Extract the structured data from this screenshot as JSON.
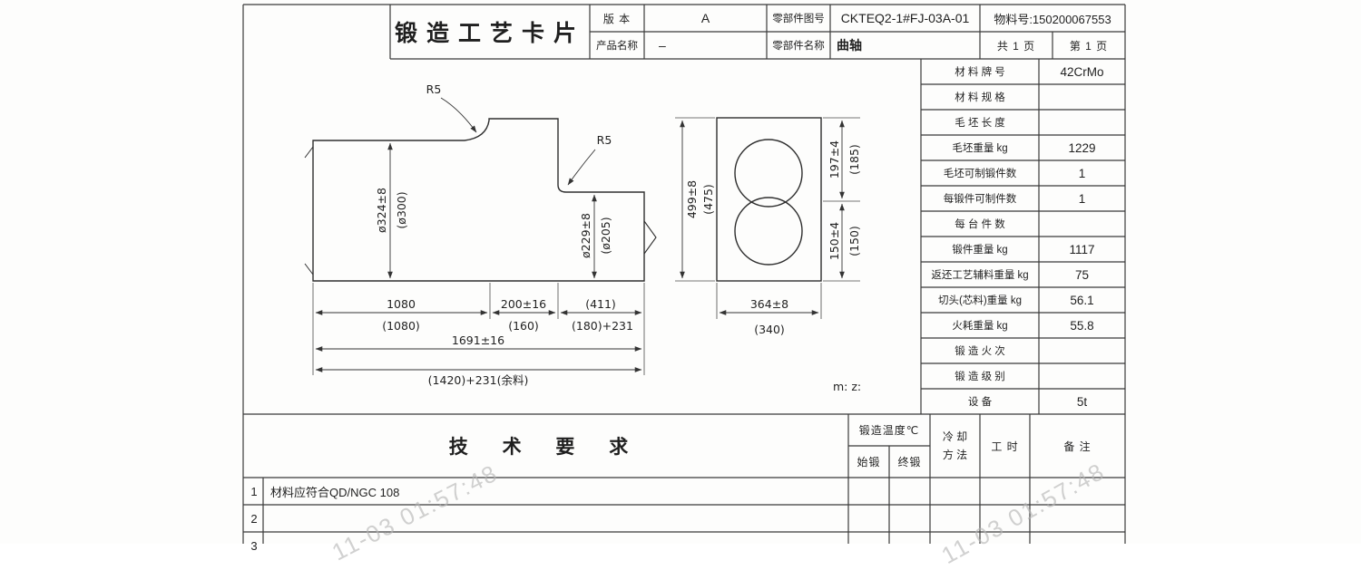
{
  "header": {
    "title": "锻造工艺卡片",
    "version_label": "版 本",
    "version_value": "A",
    "part_drawing_no_label": "零部件图号",
    "part_drawing_no_value": "CKTEQ2-1#FJ-03A-01",
    "material_no": "物料号:150200067553",
    "product_name_label": "产品名称",
    "product_name_value": "–",
    "part_name_label": "零部件名称",
    "part_name_value": "曲轴",
    "total_pages": "共 1 页",
    "page_no": "第 1 页"
  },
  "material_table": {
    "rows": [
      {
        "label": "材 料 牌 号",
        "value": "42CrMo"
      },
      {
        "label": "材 料 规 格",
        "value": ""
      },
      {
        "label": "毛 坯 长 度",
        "value": ""
      },
      {
        "label": "毛坯重量 kg",
        "value": "1229"
      },
      {
        "label": "毛坯可制锻件数",
        "value": "1"
      },
      {
        "label": "每锻件可制件数",
        "value": "1"
      },
      {
        "label": "每 台 件 数",
        "value": ""
      },
      {
        "label": "锻件重量 kg",
        "value": "1117"
      },
      {
        "label": "返还工艺辅料重量 kg",
        "value": "75"
      },
      {
        "label": "切头(芯料)重量 kg",
        "value": "56.1"
      },
      {
        "label": "火耗重量 kg",
        "value": "55.8"
      },
      {
        "label": "锻 造 火 次",
        "value": ""
      },
      {
        "label": "锻 造 级 别",
        "value": ""
      },
      {
        "label": "设  备",
        "value": "5t"
      }
    ]
  },
  "drawing": {
    "fillet_left": "R5",
    "fillet_right": "R5",
    "dia_main": "ø324±8",
    "dia_main_ref": "(ø300)",
    "dia_tail": "ø229±8",
    "dia_tail_ref": "(ø205)",
    "len_main": "1080",
    "len_main_ref": "(1080)",
    "len_mid": "200±16",
    "len_mid_ref": "(160)",
    "len_tail": "(411)",
    "len_tail_ref": "(180)+231",
    "len_total": "1691±16",
    "len_total_ref": "(1420)+231(余料)",
    "web_height": "499±8",
    "web_height_ref": "(475)",
    "web_upper": "197±4",
    "web_upper_ref": "(185)",
    "web_lower": "150±4",
    "web_lower_ref": "(150)",
    "web_width": "364±8",
    "web_width_ref": "(340)",
    "note_mz": "m: z:"
  },
  "tech": {
    "title": "技 术 要 求",
    "forge_temp_label": "锻造温度℃",
    "start_forge_label": "始锻",
    "end_forge_label": "终锻",
    "cooling_line1": "冷 却",
    "cooling_line2": "方 法",
    "hours_label": "工 时",
    "remark_label": "备 注",
    "rows": [
      {
        "no": "1",
        "text": "材料应符合QD/NGC 108"
      },
      {
        "no": "2",
        "text": ""
      },
      {
        "no": "3",
        "text": ""
      }
    ]
  },
  "watermark": {
    "text": "11-03 01:57:48"
  }
}
